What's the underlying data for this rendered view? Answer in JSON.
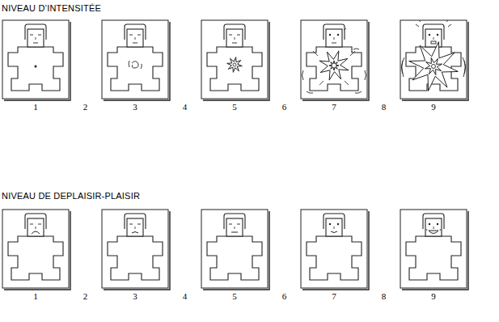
{
  "diagram": {
    "labels": [
      "NIVEAU D’INTENSITÉE",
      "1",
      "2",
      "3",
      "4",
      "5",
      "6",
      "7",
      "8",
      "9",
      "NIVEAU DE DEPLAISIR-PLAISIR",
      "1",
      "2",
      "3",
      "4",
      "5",
      "6",
      "7",
      "8",
      "9"
    ]
  }
}
